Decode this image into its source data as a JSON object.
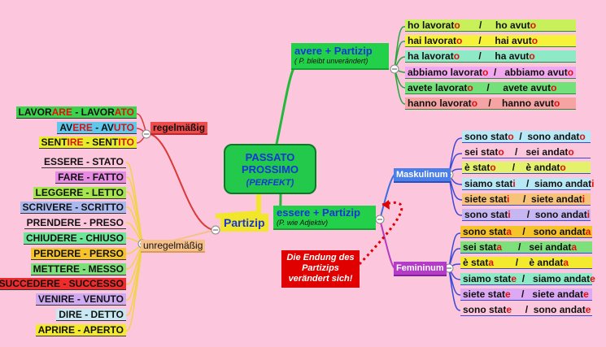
{
  "center": {
    "line1": "PASSATO",
    "line2": "PROSSIMO",
    "line3": "(PERFEKT)"
  },
  "partizip": "Partizip",
  "regelmaessig": "regelmäßig",
  "unregelmaessig": "unregelmäßig",
  "avere": {
    "title": "avere + Partizip",
    "subtitle": "( P. bleibt unverändert)"
  },
  "essere": {
    "title": "essere + Partizip",
    "subtitle": "(P. wie Adjektiv)"
  },
  "maskulinum": "Maskulinum",
  "femininum": "Femininum",
  "note": {
    "line1": "Die Endung des",
    "line2": "Partizips",
    "line3": "verändert sich!"
  },
  "regular": [
    {
      "a": "LAVOR",
      "b": "ARE",
      "c": " - LAVOR",
      "d": "ATO",
      "color": "#3bd34c"
    },
    {
      "a": "AV",
      "b": "ERE",
      "c": " - AV",
      "d": "UTO",
      "color": "#5fc7ea"
    },
    {
      "a": "SENT",
      "b": "IRE",
      "c": " - SENT",
      "d": "ITO",
      "color": "#e9ec2a"
    }
  ],
  "irregular": [
    {
      "text": "ESSERE - STATO",
      "color": "#fcc6dc"
    },
    {
      "text": "FARE - FATTO",
      "color": "#e78ae3"
    },
    {
      "text": "LEGGERE - LETTO",
      "color": "#a5e64d"
    },
    {
      "text": "SCRIVERE - SCRITTO",
      "color": "#a9b9ee"
    },
    {
      "text": "PRENDERE - PRESO",
      "color": "#fcc6dc"
    },
    {
      "text": "CHIUDERE - CHIUSO",
      "color": "#6fe59a"
    },
    {
      "text": "PERDERE - PERSO",
      "color": "#f7c32a"
    },
    {
      "text": "METTERE - MESSO",
      "color": "#7de07a"
    },
    {
      "text": "SUCCEDERE - SUCCESSO",
      "color": "#ef2b2b"
    },
    {
      "text": "VENIRE - VENUTO",
      "color": "#cfa9f2"
    },
    {
      "text": "DIRE - DETTO",
      "color": "#c8e9f4"
    },
    {
      "text": "APRIRE - APERTO",
      "color": "#f3ea2e"
    }
  ],
  "avere_rows": [
    {
      "a": "ho lavorat",
      "b": "o",
      "c": "       /     ho avut",
      "d": "o",
      "color": "#c7f05a"
    },
    {
      "a": "hai lavorat",
      "b": "o",
      "c": "      /     hai avut",
      "d": "o",
      "color": "#f6f23a"
    },
    {
      "a": "ha lavorat",
      "b": "o",
      "c": "       /     ha avut",
      "d": "o",
      "color": "#8ee9c6"
    },
    {
      "a": "abbiamo lavorat",
      "b": "o",
      "c": "  /   abbiamo avut",
      "d": "o",
      "color": "#f1a8ee"
    },
    {
      "a": "avete lavorat",
      "b": "o",
      "c": "     /     avete avut",
      "d": "o",
      "color": "#72e17a"
    },
    {
      "a": "hanno lavorat",
      "b": "o",
      "c": "    /    hanno avut",
      "d": "o",
      "color": "#f5a3a3"
    }
  ],
  "masc_rows": [
    {
      "a": "sono stat",
      "b": "o",
      "c": "  /  sono andat",
      "d": "o",
      "color": "#b7e8f6"
    },
    {
      "a": "sei stat",
      "b": "o",
      "c": "    /   sei andat",
      "d": "o",
      "color": "#fcc6dc"
    },
    {
      "a": "è stat",
      "b": "o",
      "c": "      /    è andat",
      "d": "o",
      "color": "#e3f26a"
    },
    {
      "a": "siamo stat",
      "b": "i",
      "c": "    /  siamo andat",
      "d": "i",
      "color": "#b7e8f6"
    },
    {
      "a": "siete stat",
      "b": "i",
      "c": "     /  siete andat",
      "d": "i",
      "color": "#f7c27a"
    },
    {
      "a": "sono stat",
      "b": "i",
      "c": "      /  sono andat",
      "d": "i",
      "color": "#c6b6f2"
    }
  ],
  "fem_rows": [
    {
      "a": "sono stat",
      "b": "a",
      "c": "    /   sono andat",
      "d": "a",
      "color": "#f7c32a"
    },
    {
      "a": "sei stat",
      "b": "a",
      "c": "      /   sei andat",
      "d": "a",
      "color": "#7de07a"
    },
    {
      "a": "è stat",
      "b": "a",
      "c": "        /    è andat",
      "d": "a",
      "color": "#f3ea2e"
    },
    {
      "a": "siamo stat",
      "b": "e",
      "c": "  /   siamo andat",
      "d": "e",
      "color": "#8ee9c6"
    },
    {
      "a": "siete stat",
      "b": "e",
      "c": "    /   siete andat",
      "d": "e",
      "color": "#dca9f2"
    },
    {
      "a": "sono stat",
      "b": "e",
      "c": "     /  sono andat",
      "d": "e",
      "color": "#fcc6dc"
    }
  ]
}
